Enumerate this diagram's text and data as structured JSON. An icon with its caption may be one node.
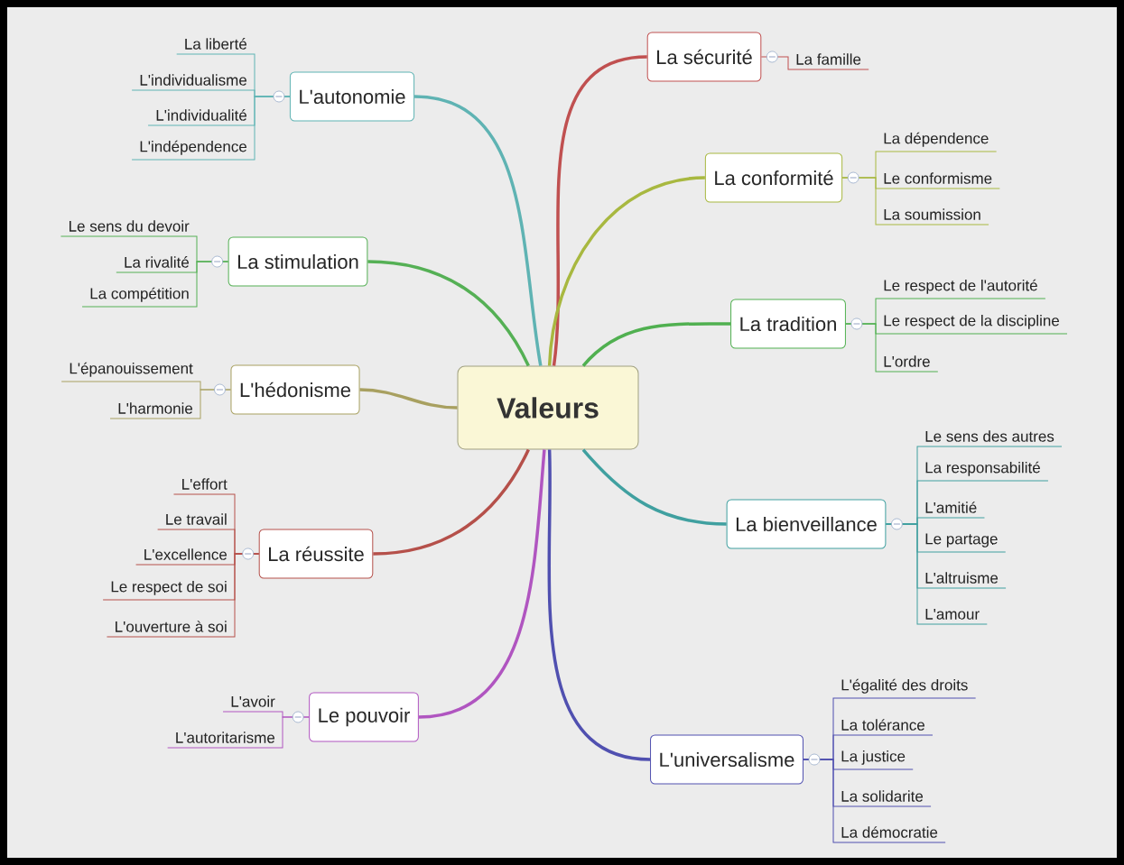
{
  "diagram": {
    "nodes": [
      {
        "text": [
          "Valeurs"
        ]
      },
      {
        "text": [
          "L'autonomie"
        ]
      },
      {
        "text": [
          "La liberté"
        ]
      },
      {
        "text": [
          "L'individualisme"
        ]
      },
      {
        "text": [
          "L'individualité"
        ]
      },
      {
        "text": [
          "L'indépendence"
        ]
      },
      {
        "text": [
          "La stimulation"
        ]
      },
      {
        "text": [
          "Le sens du devoir"
        ]
      },
      {
        "text": [
          "La rivalité"
        ]
      },
      {
        "text": [
          "La compétition"
        ]
      },
      {
        "text": [
          "L'hédonisme"
        ]
      },
      {
        "text": [
          "L'épanouissement"
        ]
      },
      {
        "text": [
          "L'harmonie"
        ]
      },
      {
        "text": [
          "La réussite"
        ]
      },
      {
        "text": [
          "L'effort"
        ]
      },
      {
        "text": [
          "Le travail"
        ]
      },
      {
        "text": [
          "L'excellence"
        ]
      },
      {
        "text": [
          "Le respect de soi"
        ]
      },
      {
        "text": [
          "L'ouverture à soi"
        ]
      },
      {
        "text": [
          "Le pouvoir"
        ]
      },
      {
        "text": [
          "L'avoir"
        ]
      },
      {
        "text": [
          "L'autoritarisme"
        ]
      },
      {
        "text": [
          "La sécurité"
        ]
      },
      {
        "text": [
          "La famille"
        ]
      },
      {
        "text": [
          "La conformité"
        ]
      },
      {
        "text": [
          "La dépendence"
        ]
      },
      {
        "text": [
          "Le conformisme"
        ]
      },
      {
        "text": [
          "La soumission"
        ]
      },
      {
        "text": [
          "La tradition"
        ]
      },
      {
        "text": [
          "Le respect de l'autorité"
        ]
      },
      {
        "text": [
          "Le respect de la discipline"
        ]
      },
      {
        "text": [
          "L'ordre"
        ]
      },
      {
        "text": [
          "La bienveillance"
        ]
      },
      {
        "text": [
          "Le sens des autres"
        ]
      },
      {
        "text": [
          "La responsabilité"
        ]
      },
      {
        "text": [
          "L'amitié"
        ]
      },
      {
        "text": [
          "Le partage"
        ]
      },
      {
        "text": [
          "L'altruisme"
        ]
      },
      {
        "text": [
          "L'amour"
        ]
      },
      {
        "text": [
          "L'universalisme"
        ]
      },
      {
        "text": [
          "L'égalité des droits"
        ]
      },
      {
        "text": [
          "La tolérance"
        ]
      },
      {
        "text": [
          "La justice"
        ]
      },
      {
        "text": [
          "La solidarite"
        ]
      },
      {
        "text": [
          "La démocratie"
        ]
      }
    ],
    "edges": [
      {
        "from": 0,
        "to": 1,
        "arrow": "none",
        "style": "thick",
        "color": "#5fb3b3"
      },
      {
        "from": 0,
        "to": 6,
        "arrow": "none",
        "style": "thick",
        "color": "#55b055"
      },
      {
        "from": 0,
        "to": 10,
        "arrow": "none",
        "style": "thick",
        "color": "#a8a060"
      },
      {
        "from": 0,
        "to": 13,
        "arrow": "none",
        "style": "thick",
        "color": "#b5504a"
      },
      {
        "from": 0,
        "to": 19,
        "arrow": "none",
        "style": "thick",
        "color": "#b055c0"
      },
      {
        "from": 0,
        "to": 22,
        "arrow": "none",
        "style": "thick",
        "color": "#c05050"
      },
      {
        "from": 0,
        "to": 24,
        "arrow": "none",
        "style": "thick",
        "color": "#a8b840"
      },
      {
        "from": 0,
        "to": 28,
        "arrow": "none",
        "style": "thick",
        "color": "#50b050"
      },
      {
        "from": 0,
        "to": 32,
        "arrow": "none",
        "style": "thick",
        "color": "#40a0a0"
      },
      {
        "from": 0,
        "to": 39,
        "arrow": "none",
        "style": "thick",
        "color": "#5050b0"
      },
      {
        "from": 1,
        "to": 2,
        "arrow": "none",
        "color": "#5fb3b3"
      },
      {
        "from": 1,
        "to": 3,
        "arrow": "none",
        "color": "#5fb3b3"
      },
      {
        "from": 1,
        "to": 4,
        "arrow": "none",
        "color": "#5fb3b3"
      },
      {
        "from": 1,
        "to": 5,
        "arrow": "none",
        "color": "#5fb3b3"
      },
      {
        "from": 6,
        "to": 7,
        "arrow": "none",
        "color": "#55b055"
      },
      {
        "from": 6,
        "to": 8,
        "arrow": "none",
        "color": "#55b055"
      },
      {
        "from": 6,
        "to": 9,
        "arrow": "none",
        "color": "#55b055"
      },
      {
        "from": 10,
        "to": 11,
        "arrow": "none",
        "color": "#a8a060"
      },
      {
        "from": 10,
        "to": 12,
        "arrow": "none",
        "color": "#a8a060"
      },
      {
        "from": 13,
        "to": 14,
        "arrow": "none",
        "color": "#b5504a"
      },
      {
        "from": 13,
        "to": 15,
        "arrow": "none",
        "color": "#b5504a"
      },
      {
        "from": 13,
        "to": 16,
        "arrow": "none",
        "color": "#b5504a"
      },
      {
        "from": 13,
        "to": 17,
        "arrow": "none",
        "color": "#b5504a"
      },
      {
        "from": 13,
        "to": 18,
        "arrow": "none",
        "color": "#b5504a"
      },
      {
        "from": 19,
        "to": 20,
        "arrow": "none",
        "color": "#b055c0"
      },
      {
        "from": 19,
        "to": 21,
        "arrow": "none",
        "color": "#b055c0"
      },
      {
        "from": 22,
        "to": 23,
        "arrow": "none",
        "color": "#c05050"
      },
      {
        "from": 24,
        "to": 25,
        "arrow": "none",
        "color": "#a8b840"
      },
      {
        "from": 24,
        "to": 26,
        "arrow": "none",
        "color": "#a8b840"
      },
      {
        "from": 24,
        "to": 27,
        "arrow": "none",
        "color": "#a8b840"
      },
      {
        "from": 28,
        "to": 29,
        "arrow": "none",
        "color": "#50b050"
      },
      {
        "from": 28,
        "to": 30,
        "arrow": "none",
        "color": "#50b050"
      },
      {
        "from": 28,
        "to": 31,
        "arrow": "none",
        "color": "#50b050"
      },
      {
        "from": 32,
        "to": 33,
        "arrow": "none",
        "color": "#40a0a0"
      },
      {
        "from": 32,
        "to": 34,
        "arrow": "none",
        "color": "#40a0a0"
      },
      {
        "from": 32,
        "to": 35,
        "arrow": "none",
        "color": "#40a0a0"
      },
      {
        "from": 32,
        "to": 36,
        "arrow": "none",
        "color": "#40a0a0"
      },
      {
        "from": 32,
        "to": 37,
        "arrow": "none",
        "color": "#40a0a0"
      },
      {
        "from": 32,
        "to": 38,
        "arrow": "none",
        "color": "#40a0a0"
      },
      {
        "from": 39,
        "to": 40,
        "arrow": "none",
        "color": "#5050b0"
      },
      {
        "from": 39,
        "to": 41,
        "arrow": "none",
        "color": "#5050b0"
      },
      {
        "from": 39,
        "to": 42,
        "arrow": "none",
        "color": "#5050b0"
      },
      {
        "from": 39,
        "to": 43,
        "arrow": "none",
        "color": "#5050b0"
      },
      {
        "from": 39,
        "to": 44,
        "arrow": "none",
        "color": "#5050b0"
      }
    ]
  }
}
